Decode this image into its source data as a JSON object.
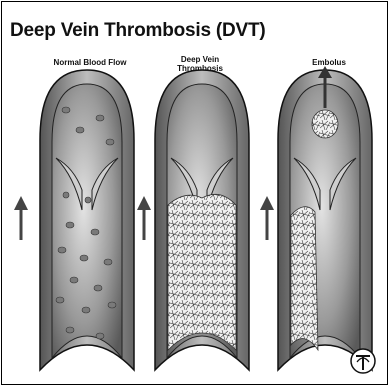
{
  "title": "Deep Vein Thrombosis (DVT)",
  "panels": [
    {
      "label": "Normal Blood Flow"
    },
    {
      "label_line1": "Deep Vein",
      "label_line2": "Thrombosis"
    },
    {
      "label": "Embolus"
    }
  ],
  "logo": {
    "icon": "nape-logo-icon"
  },
  "arrows": {
    "icon": "up-arrow-icon"
  }
}
